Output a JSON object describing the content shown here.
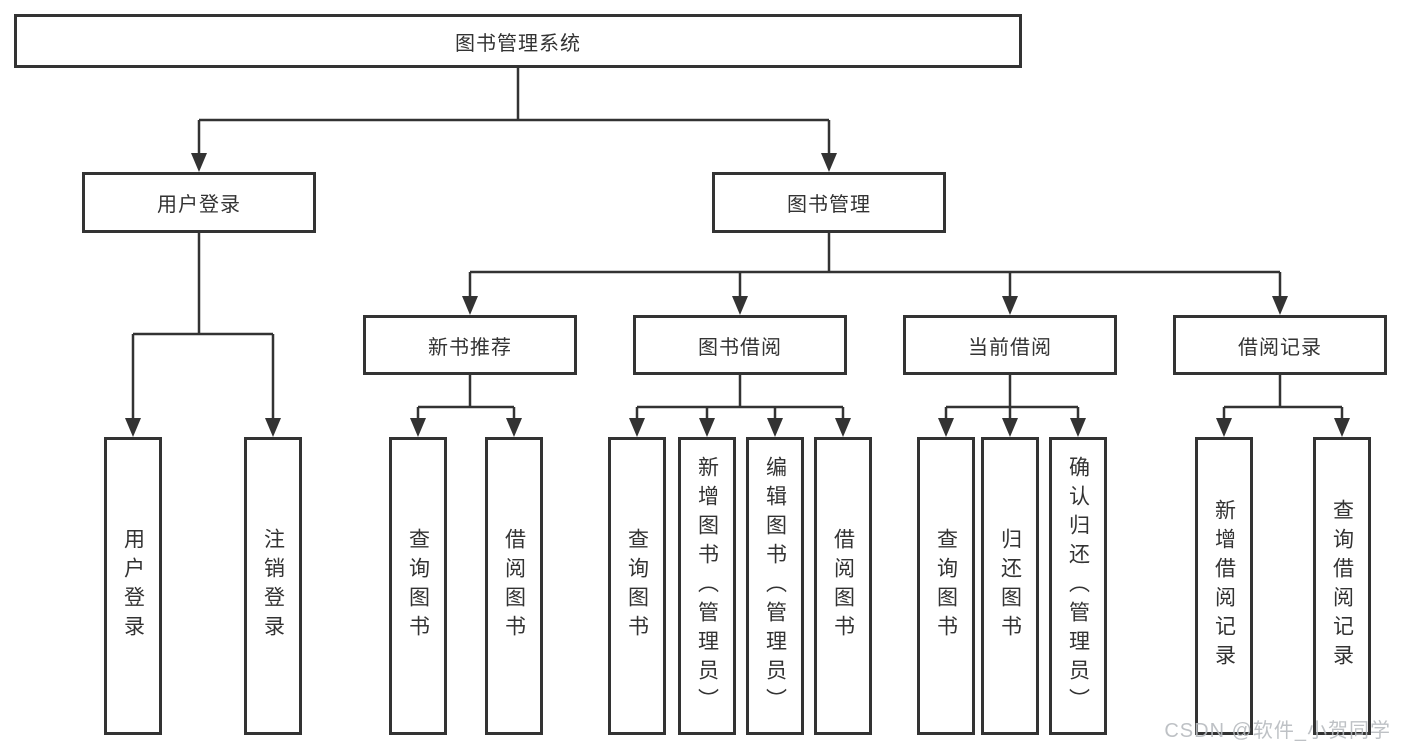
{
  "diagram": {
    "root": "图书管理系统",
    "level2": [
      {
        "label": "用户登录"
      },
      {
        "label": "图书管理"
      }
    ],
    "level3": [
      {
        "label": "新书推荐"
      },
      {
        "label": "图书借阅"
      },
      {
        "label": "当前借阅"
      },
      {
        "label": "借阅记录"
      }
    ],
    "leaves": {
      "user_login": [
        "用户登录",
        "注销登录"
      ],
      "new_book": [
        "查询图书",
        "借阅图书"
      ],
      "book_borrow": [
        "查询图书",
        "新增图书（管理员）",
        "编辑图书（管理员）",
        "借阅图书"
      ],
      "current_borrow": [
        "查询图书",
        "归还图书",
        "确认归还（管理员）"
      ],
      "borrow_record": [
        "新增借阅记录",
        "查询借阅记录"
      ]
    }
  },
  "watermark": "CSDN @软件_小贺同学",
  "colors": {
    "line": "#333333",
    "text": "#333333",
    "watermark": "#b7bbbf",
    "background": "#ffffff"
  }
}
